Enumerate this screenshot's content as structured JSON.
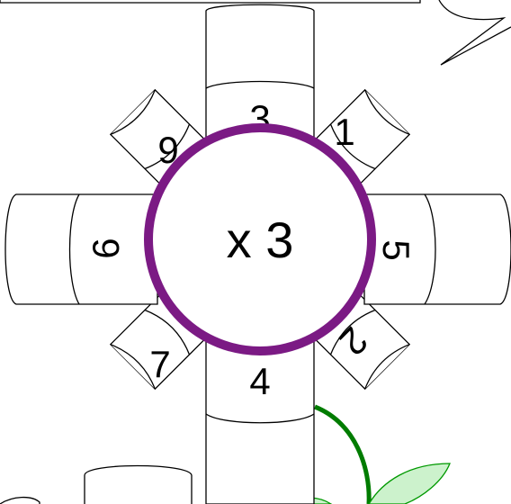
{
  "worksheet": {
    "center_label": "x 3",
    "petal_numbers": [
      "3",
      "1",
      "5",
      "2",
      "4",
      "7",
      "6",
      "9"
    ],
    "colors": {
      "center_ring": "#7b1a84",
      "stem": "#007c00",
      "leaf_fill": "#ccf2cc",
      "leaf_stroke": "#009900",
      "outline": "#000000"
    }
  }
}
